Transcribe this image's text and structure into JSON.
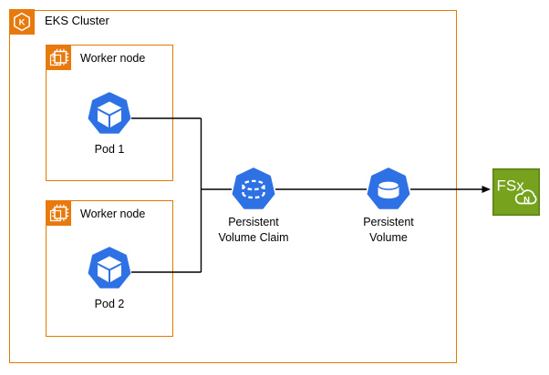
{
  "diagram": {
    "cluster": {
      "label": "EKS Cluster",
      "icon": "eks-icon",
      "icon_letter": "K"
    },
    "worker_nodes": [
      {
        "label": "Worker node",
        "icon": "ec2-instance-icon",
        "pod": {
          "label": "Pod 1",
          "icon": "k8s-pod-icon"
        }
      },
      {
        "label": "Worker node",
        "icon": "ec2-instance-icon",
        "pod": {
          "label": "Pod 2",
          "icon": "k8s-pod-icon"
        }
      }
    ],
    "pvc": {
      "label_line1": "Persistent",
      "label_line2": "Volume Claim",
      "icon": "k8s-persistent-volume-claim-icon"
    },
    "pv": {
      "label_line1": "Persistent",
      "label_line2": "Volume",
      "icon": "k8s-persistent-volume-icon"
    },
    "fsx": {
      "text": "FSx",
      "cloud_letter": "N",
      "icon": "fsx-for-netapp-ontap-icon"
    },
    "colors": {
      "aws_icon_orange": "#E8790D",
      "group_border_orange": "#E07B00",
      "k8s_blue": "#2E71E5",
      "fsx_green": "#76A21D",
      "fsx_green_border": "#5C8018",
      "connector_black": "#000000"
    }
  }
}
